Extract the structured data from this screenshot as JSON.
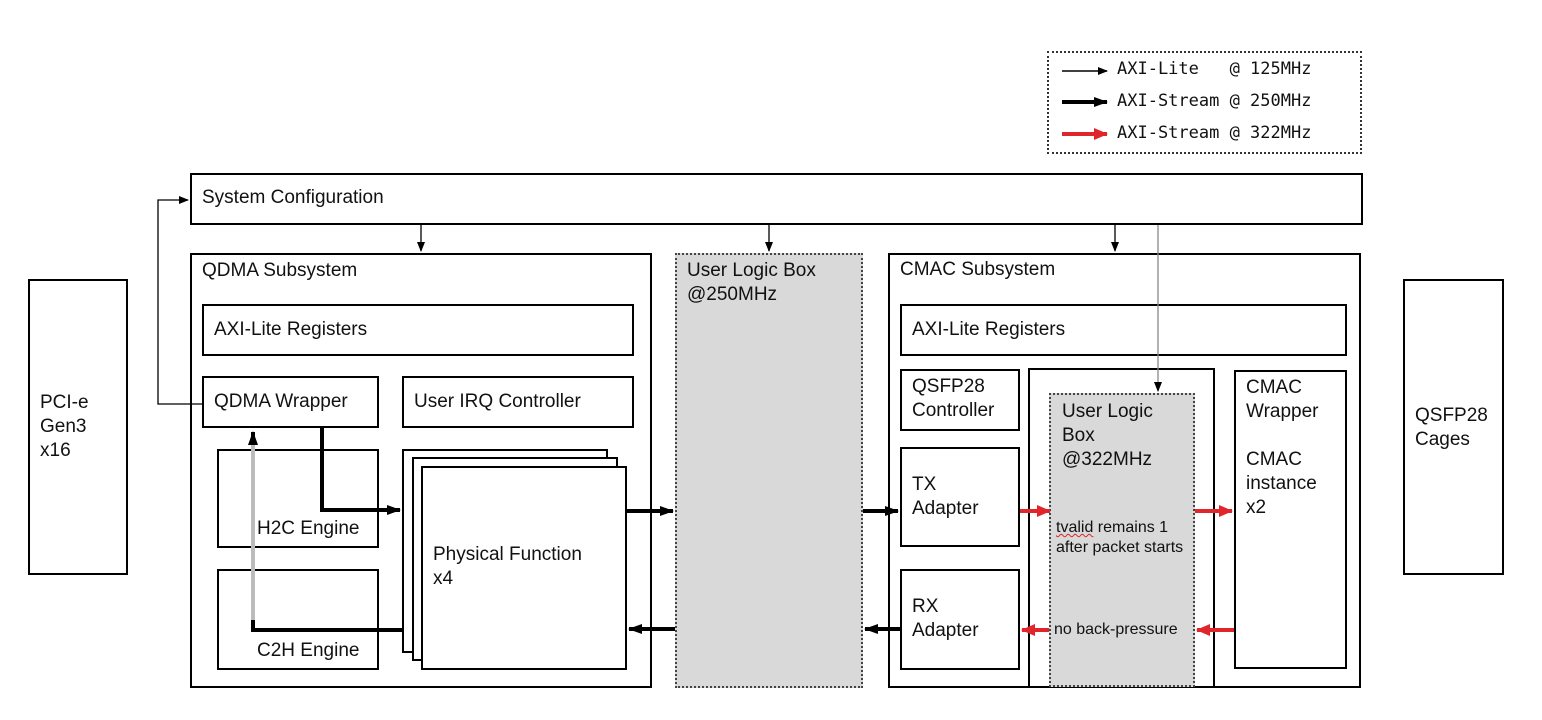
{
  "legend": {
    "items": [
      {
        "label": "AXI-Lite   @ 125MHz"
      },
      {
        "label": "AXI-Stream @ 250MHz"
      },
      {
        "label": "AXI-Stream @ 322MHz"
      }
    ]
  },
  "blocks": {
    "pcie": "PCI-e\nGen3\nx16",
    "qsfp_cages": "QSFP28\nCages",
    "system_config": "System Configuration",
    "qdma_subsystem": "QDMA Subsystem",
    "qdma_axil": "AXI-Lite Registers",
    "qdma_wrapper": "QDMA Wrapper",
    "user_irq": "User IRQ Controller",
    "h2c": "H2C Engine",
    "c2h": "C2H Engine",
    "pf": "Physical Function\nx4",
    "ulb250": "User Logic Box\n@250MHz",
    "cmac_subsystem": "CMAC Subsystem",
    "cmac_axil": "AXI-Lite Registers",
    "qsfp_ctrl": "QSFP28\nController",
    "tx_adapter": "TX\nAdapter",
    "rx_adapter": "RX\nAdapter",
    "ulb322": "User Logic\nBox\n@322MHz",
    "cmac_wrapper": "CMAC\nWrapper",
    "cmac_instance": "CMAC\ninstance\nx2"
  },
  "annotations": {
    "tvalid_word": "tvalid",
    "tvalid_rest": " remains 1\nafter packet starts",
    "no_backpressure": "no back-pressure"
  },
  "colors": {
    "red": "#e0262b",
    "black": "#000000",
    "gray": "#d9d9d9"
  }
}
